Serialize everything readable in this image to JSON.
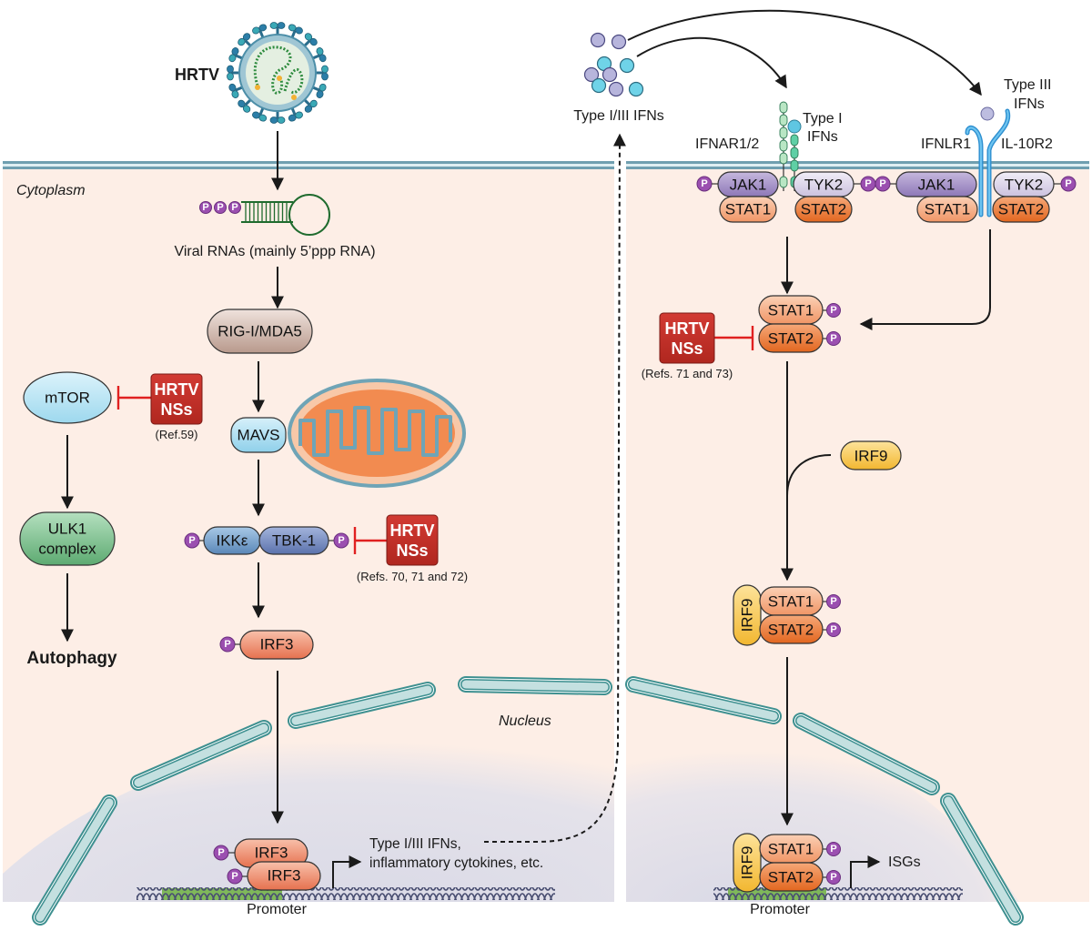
{
  "colors": {
    "cytoplasm": "#fdeee6",
    "nucleus": "#dddde8",
    "membrane": "#6f9fb0",
    "nss_red": "#c0302b",
    "phospho": "#9b4fb0",
    "stat1": "#f3a277",
    "stat2": "#e8722e",
    "irf3": "#ee8a6c",
    "irf9": "#f7c84a",
    "jak1": "#9f8cc4",
    "tyk2": "#ddd6ea",
    "ikke": "#6f9dc8",
    "tbk1": "#6e86bd",
    "mavs": "#a9dcef",
    "mtor": "#b6e3f3",
    "ulk1": "#79c08a",
    "rig": "#cfb6ac",
    "mito_fill": "#f28b50",
    "mito_edge": "#6fa4b6",
    "envelope": "#b9dcdc",
    "envelope_edge": "#3e9090"
  },
  "compartments": {
    "cytoplasm": "Cytoplasm",
    "nucleus": "Nucleus"
  },
  "left": {
    "virus_label": "HRTV",
    "viral_rna_label": "Viral RNAs (mainly 5’ppp RNA)",
    "ppp": [
      "P",
      "P",
      "P"
    ],
    "rig": "RIG-I/MDA5",
    "mavs": "MAVS",
    "ikke": "IKKε",
    "tbk1": "TBK-1",
    "irf3": "IRF3",
    "mtor": "mTOR",
    "ulk1_line1": "ULK1",
    "ulk1_line2": "complex",
    "autophagy": "Autophagy",
    "nss1": {
      "line1": "HRTV",
      "line2": "NSs",
      "ref": "(Ref.59)"
    },
    "nss2": {
      "line1": "HRTV",
      "line2": "NSs",
      "ref": "(Refs. 70, 71 and 72)"
    },
    "nuclear_irf3_a": "IRF3",
    "nuclear_irf3_b": "IRF3",
    "promoter": "Promoter",
    "output_line1": "Type I/III IFNs,",
    "output_line2": "inflammatory cytokines, etc.",
    "p": "P"
  },
  "right": {
    "ifn_label": "Type I/III IFNs",
    "type1_line1": "Type I",
    "type1_line2": "IFNs",
    "type3_line1": "Type III",
    "type3_line2": "IFNs",
    "ifnar": "IFNAR1/2",
    "ifnlr1": "IFNLR1",
    "il10r2": "IL-10R2",
    "jak1": "JAK1",
    "tyk2": "TYK2",
    "stat1": "STAT1",
    "stat2": "STAT2",
    "irf9": "IRF9",
    "nss": {
      "line1": "HRTV",
      "line2": "NSs",
      "ref": "(Refs. 71 and 73)"
    },
    "promoter": "Promoter",
    "isgs": "ISGs",
    "p": "P"
  }
}
